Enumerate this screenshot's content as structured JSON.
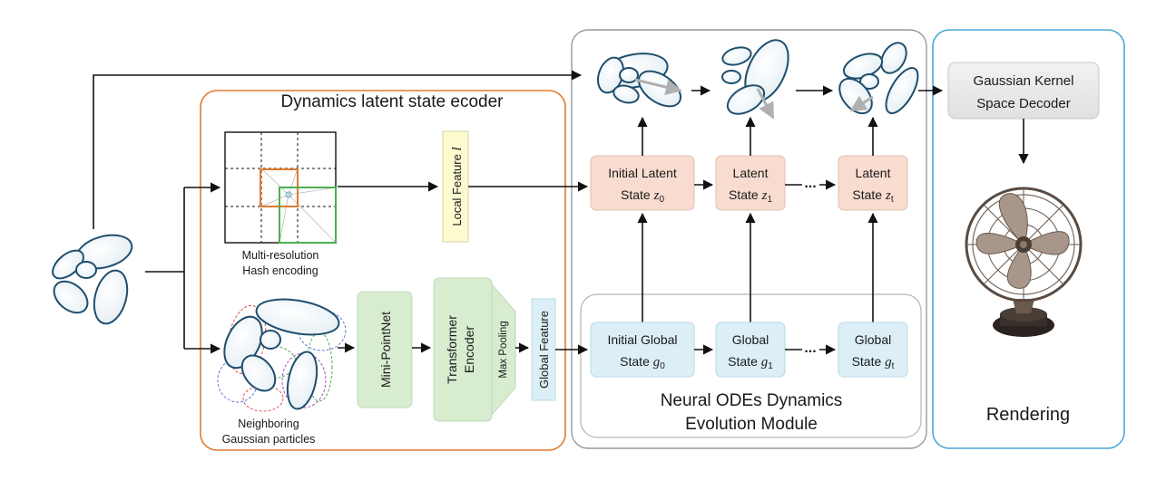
{
  "encoder": {
    "title": "Dynamics latent state ecoder",
    "hash_label_1": "Multi-resolution",
    "hash_label_2": "Hash encoding",
    "neighbor_label_1": "Neighboring",
    "neighbor_label_2": "Gaussian particles",
    "mini_pointnet": "Mini-PointNet",
    "transformer_1": "Transformer",
    "transformer_2": "Encoder",
    "max_pooling": "Max Pooling",
    "global_feature": "Global Feature",
    "local_feature": "Local Feature",
    "local_feature_symbol": "l"
  },
  "ode": {
    "title_1": "Neural ODEs Dynamics",
    "title_2": "Evolution Module",
    "latent_states": [
      {
        "line1": "Initial Latent",
        "line2": "State",
        "symbol": "z",
        "sub": "0"
      },
      {
        "line1": "Latent",
        "line2": "State",
        "symbol": "z",
        "sub": "1"
      },
      {
        "line1": "Latent",
        "line2": "State",
        "symbol": "z",
        "sub": "t"
      }
    ],
    "global_states": [
      {
        "line1": "Initial Global",
        "line2": "State",
        "symbol": "g",
        "sub": "0"
      },
      {
        "line1": "Global",
        "line2": "State",
        "symbol": "g",
        "sub": "1"
      },
      {
        "line1": "Global",
        "line2": "State",
        "symbol": "g",
        "sub": "t"
      }
    ],
    "ellipsis": "..."
  },
  "rendering": {
    "decoder_1": "Gaussian Kernel",
    "decoder_2": "Space Decoder",
    "title": "Rendering"
  },
  "colors": {
    "encoder_border": "#e07a2e",
    "rendering_border": "#4aa8d8",
    "ode_border": "#999999",
    "latent_fill": "#f9dcd0",
    "global_fill": "#dceff7",
    "green_fill": "#d8ecd0",
    "yellow_fill": "#fdfbd0",
    "ellipse_stroke": "#1f4e6e",
    "grid_orange": "#e07a2e",
    "grid_green": "#4caf50"
  }
}
